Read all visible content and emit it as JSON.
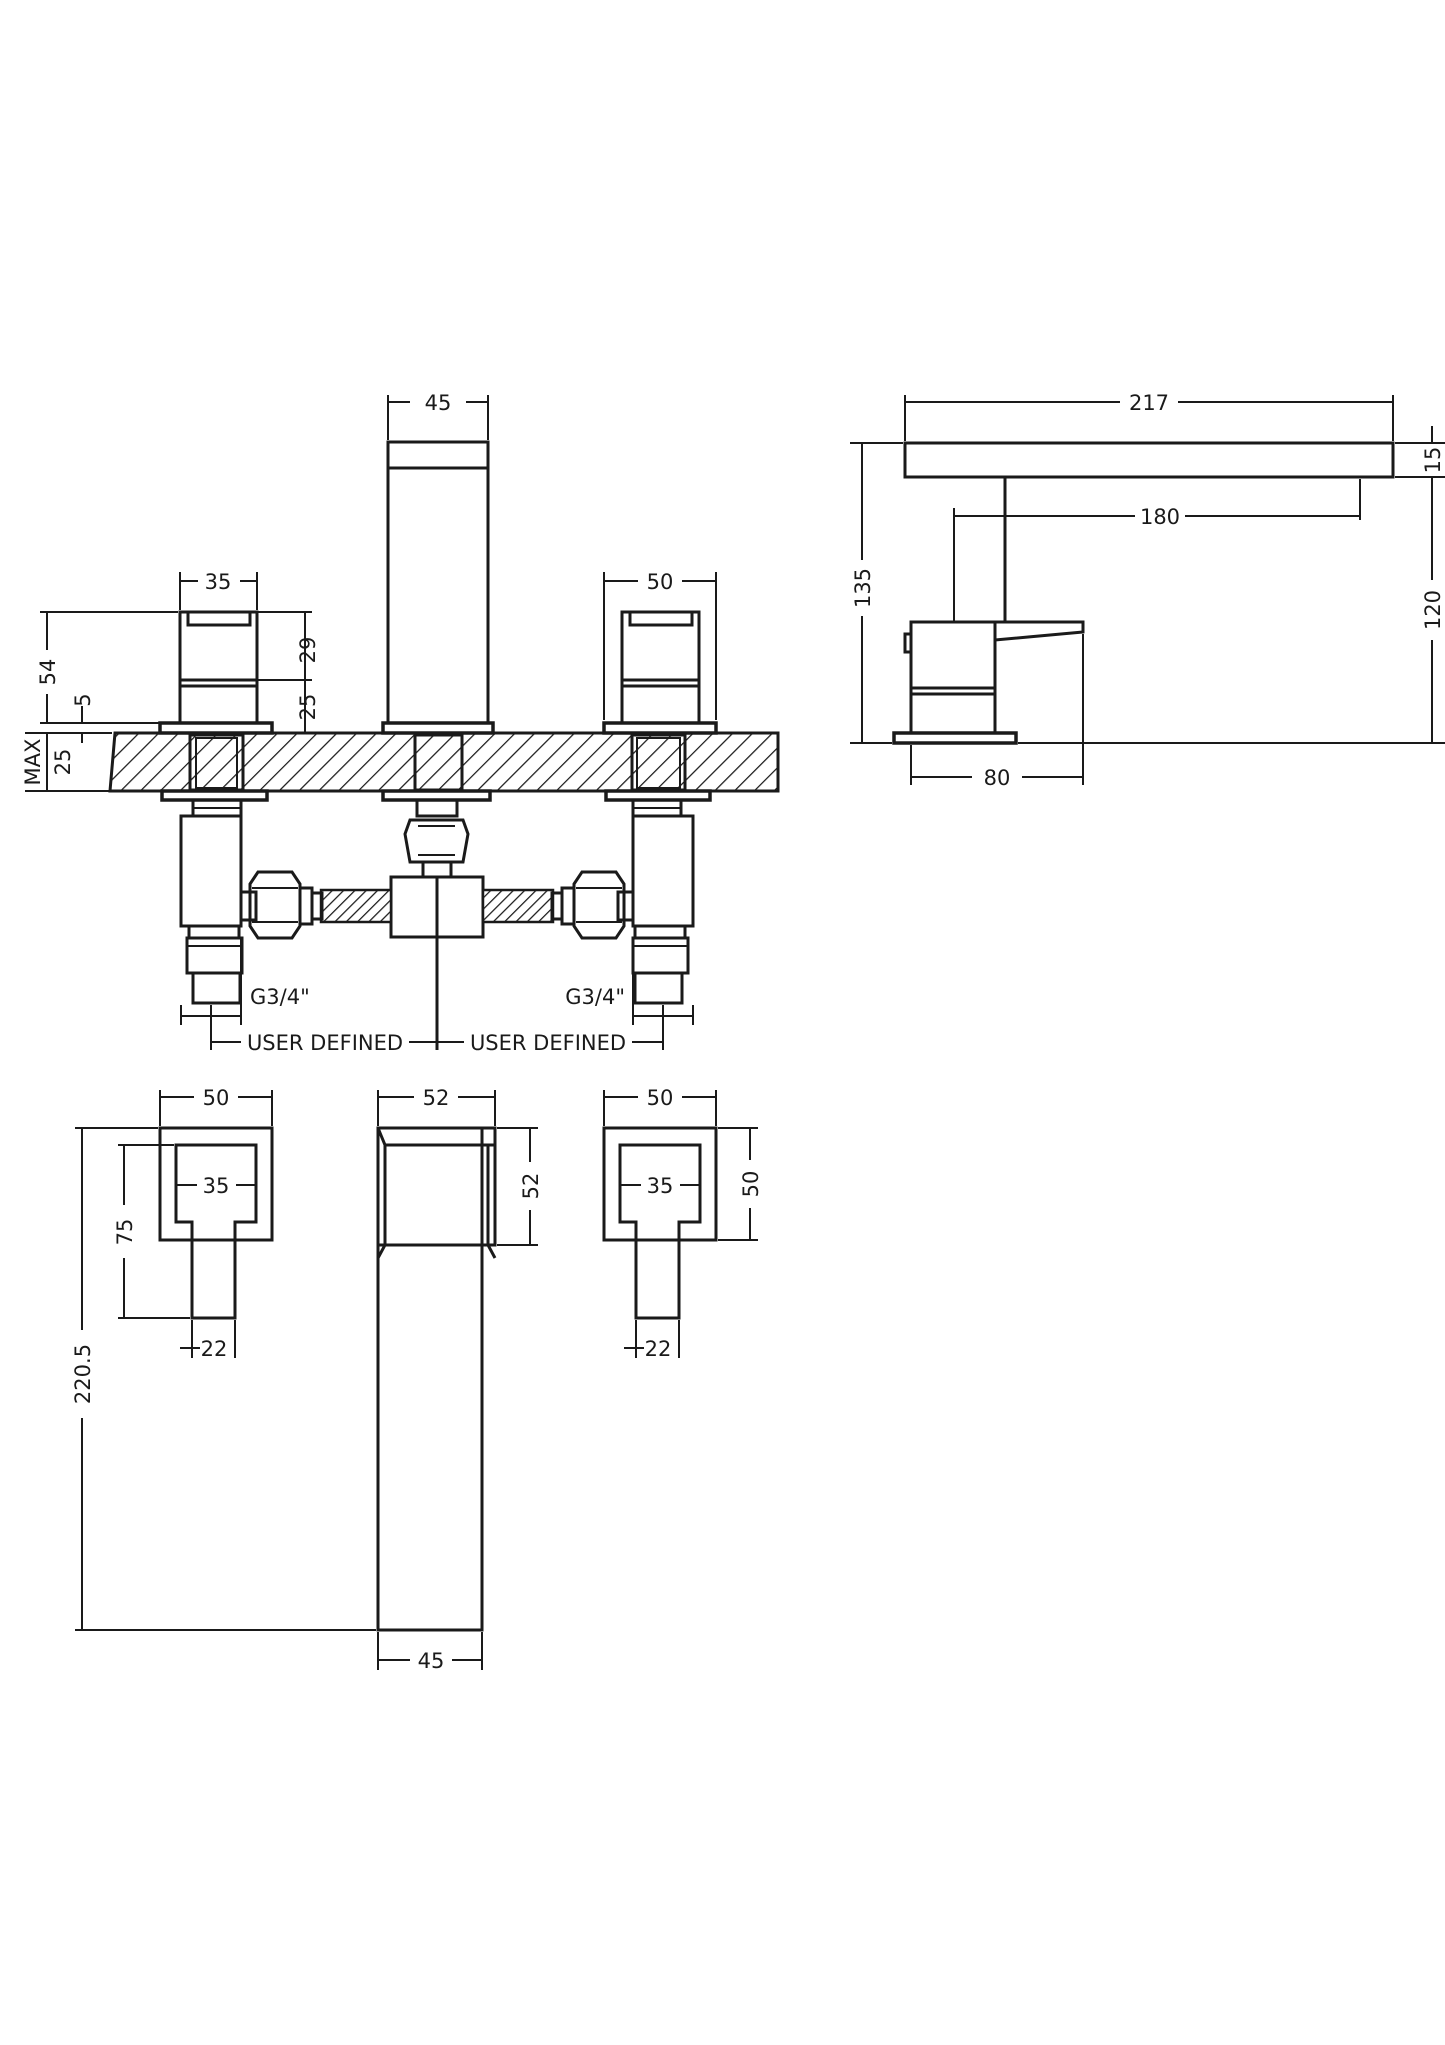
{
  "front_view": {
    "spout_width": "45",
    "left_handle_width": "35",
    "right_handle_width": "50",
    "handle_upper": "29",
    "handle_lower": "25",
    "overall_height": "54",
    "plate": "5",
    "deck_label": "MAX",
    "deck_thickness": "25",
    "thread_left": "G3/4\"",
    "thread_right": "G3/4\"",
    "spacing_left": "USER DEFINED",
    "spacing_right": "USER DEFINED"
  },
  "side_view": {
    "spout_length": "217",
    "spout_thickness": "15",
    "spout_reach": "180",
    "total_height": "135",
    "outlet_height": "120",
    "base_width": "80"
  },
  "plan_view": {
    "left_handle": {
      "width": "50",
      "inner": "35",
      "length": "75",
      "lever": "22"
    },
    "spout": {
      "width": "52",
      "depth": "52",
      "base": "45",
      "length": "220.5"
    },
    "right_handle": {
      "width": "50",
      "inner": "35",
      "depth": "50",
      "lever": "22"
    }
  },
  "colors": {
    "line": "#1a1a1a",
    "background": "#ffffff"
  }
}
